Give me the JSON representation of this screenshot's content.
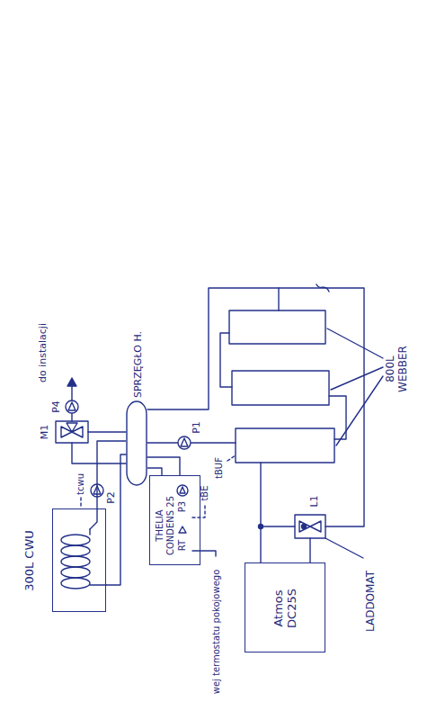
{
  "diagram": {
    "nodes": [
      {
        "text": [
          "300L CWU"
        ]
      },
      {
        "text": [
          "THELIA CONDENS 25"
        ]
      },
      {
        "text": [
          "SPRZĘGŁO H."
        ]
      },
      {
        "text": [
          "Atmos DC25S"
        ]
      }
    ],
    "edges": [
      {
        "from": 0,
        "to": 2,
        "arrow": "none"
      },
      {
        "from": 1,
        "to": 2,
        "arrow": "none"
      }
    ],
    "labels": [
      "do instalacji",
      "P4",
      "M1",
      "tcwu",
      "P2",
      "P3",
      "RT",
      "tBE",
      "wej termostatu pokojowego",
      "P1",
      "tBUF",
      "800L WEBBER",
      "L1",
      "LADDOMAT"
    ]
  }
}
